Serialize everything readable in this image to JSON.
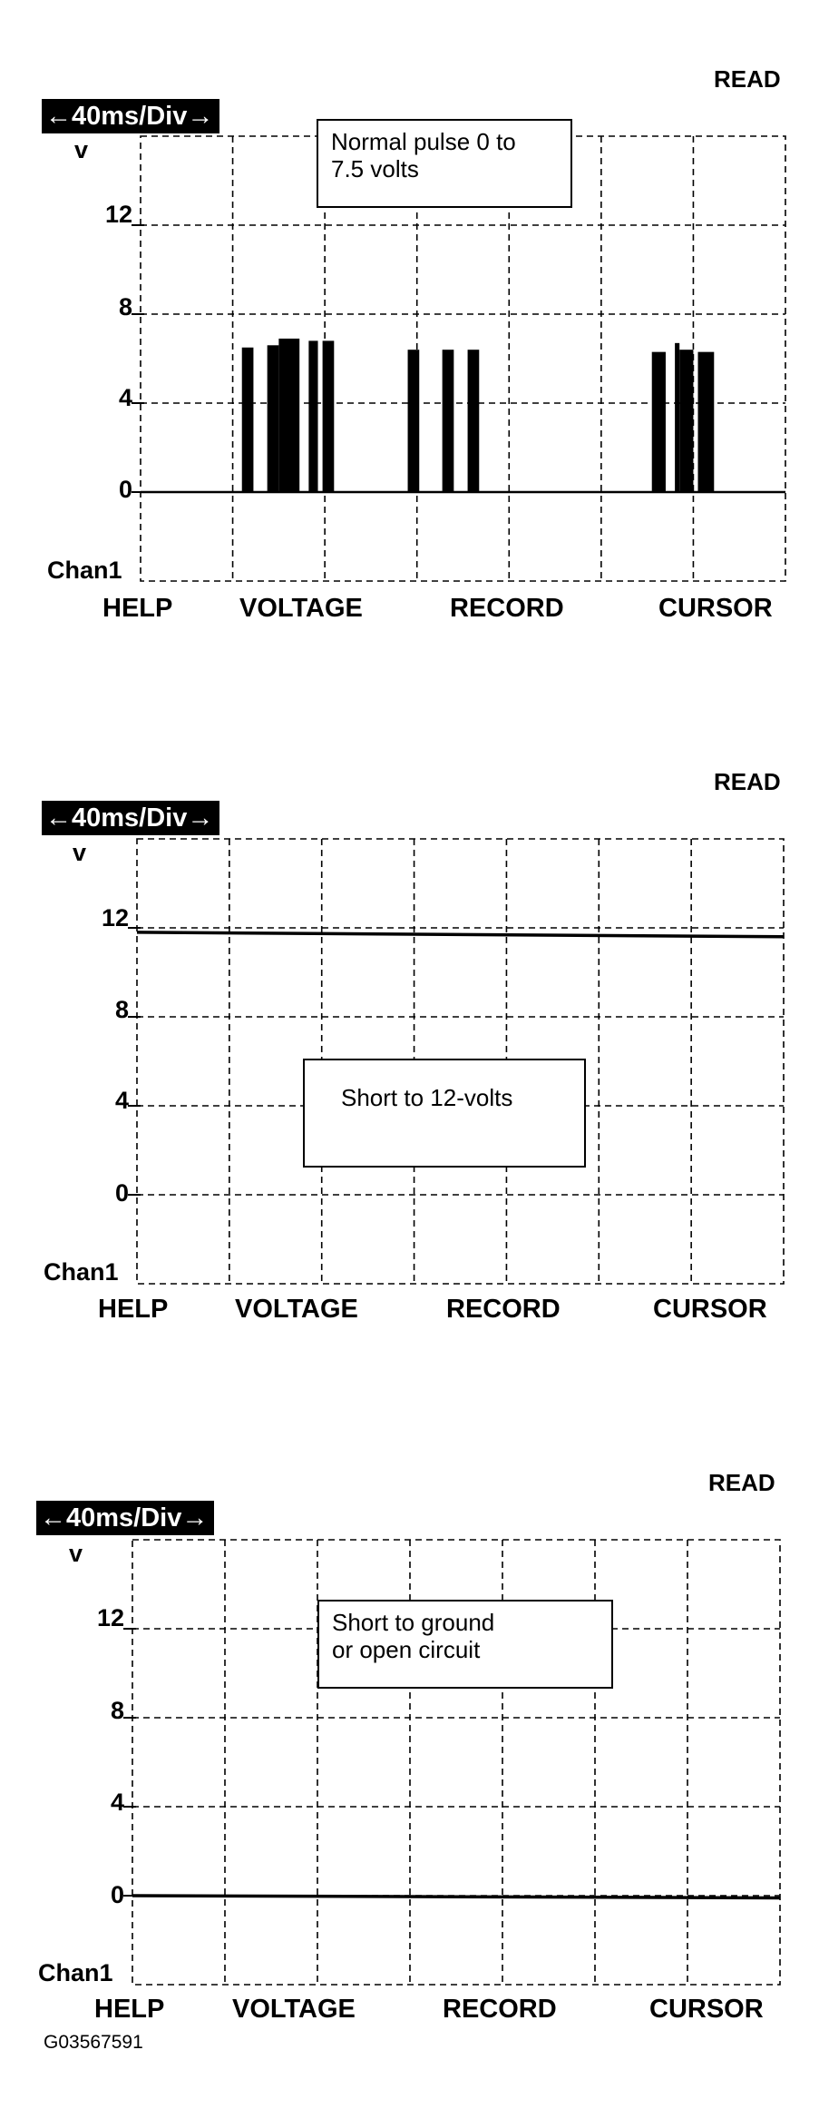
{
  "panels": [
    {
      "read_label": "READ",
      "time_base": "←40ms/Div→",
      "unit_label": "v",
      "channel_label": "Chan1",
      "buttons": [
        "HELP",
        "VOLTAGE",
        "RECORD",
        "CURSOR"
      ],
      "annotation": [
        "Normal pulse 0 to",
        "7.5 volts"
      ]
    },
    {
      "read_label": "READ",
      "time_base": "←40ms/Div→",
      "unit_label": "v",
      "channel_label": "Chan1",
      "buttons": [
        "HELP",
        "VOLTAGE",
        "RECORD",
        "CURSOR"
      ],
      "annotation": [
        "Short to 12-volts"
      ]
    },
    {
      "read_label": "READ",
      "time_base": "←40ms/Div→",
      "unit_label": "v",
      "channel_label": "Chan1",
      "buttons": [
        "HELP",
        "VOLTAGE",
        "RECORD",
        "CURSOR"
      ],
      "annotation": [
        "Short to ground",
        "or open circuit"
      ]
    }
  ],
  "footer_code": "G03567591",
  "chart_data": [
    {
      "type": "line",
      "xlabel": "",
      "ylabel": "v",
      "x_unit": "ms",
      "x_divisions": 7,
      "ms_per_div": 40,
      "xlim": [
        0,
        280
      ],
      "ylim": [
        -4,
        16
      ],
      "y_ticks": [
        0,
        4,
        8,
        12
      ],
      "grid": true,
      "series": [
        {
          "pulses": [
            {
              "start": 44,
              "end": 49,
              "v": 6.5
            },
            {
              "start": 55,
              "end": 60,
              "v": 6.6
            },
            {
              "start": 60,
              "end": 69,
              "v": 6.9
            },
            {
              "start": 73,
              "end": 77,
              "v": 6.8
            },
            {
              "start": 79,
              "end": 84,
              "v": 6.8
            },
            {
              "start": 116,
              "end": 121,
              "v": 6.4
            },
            {
              "start": 131,
              "end": 136,
              "v": 6.4
            },
            {
              "start": 142,
              "end": 147,
              "v": 6.4
            },
            {
              "start": 222,
              "end": 228,
              "v": 6.3
            },
            {
              "start": 232,
              "end": 234,
              "v": 6.7
            },
            {
              "start": 234,
              "end": 240,
              "v": 6.4
            },
            {
              "start": 242,
              "end": 249,
              "v": 6.3
            }
          ],
          "baseline": 0
        }
      ]
    },
    {
      "type": "line",
      "xlabel": "",
      "ylabel": "v",
      "x_unit": "ms",
      "x_divisions": 7,
      "ms_per_div": 40,
      "xlim": [
        0,
        280
      ],
      "ylim": [
        -4,
        16
      ],
      "y_ticks": [
        0,
        4,
        8,
        12
      ],
      "grid": true,
      "series": [
        {
          "x": [
            0,
            280
          ],
          "y": [
            11.8,
            11.6
          ]
        }
      ]
    },
    {
      "type": "line",
      "xlabel": "",
      "ylabel": "v",
      "x_unit": "ms",
      "x_divisions": 7,
      "ms_per_div": 40,
      "xlim": [
        0,
        280
      ],
      "ylim": [
        -4,
        16
      ],
      "y_ticks": [
        0,
        4,
        8,
        12
      ],
      "grid": true,
      "series": [
        {
          "x": [
            0,
            280
          ],
          "y": [
            0.0,
            -0.1
          ]
        }
      ]
    }
  ]
}
